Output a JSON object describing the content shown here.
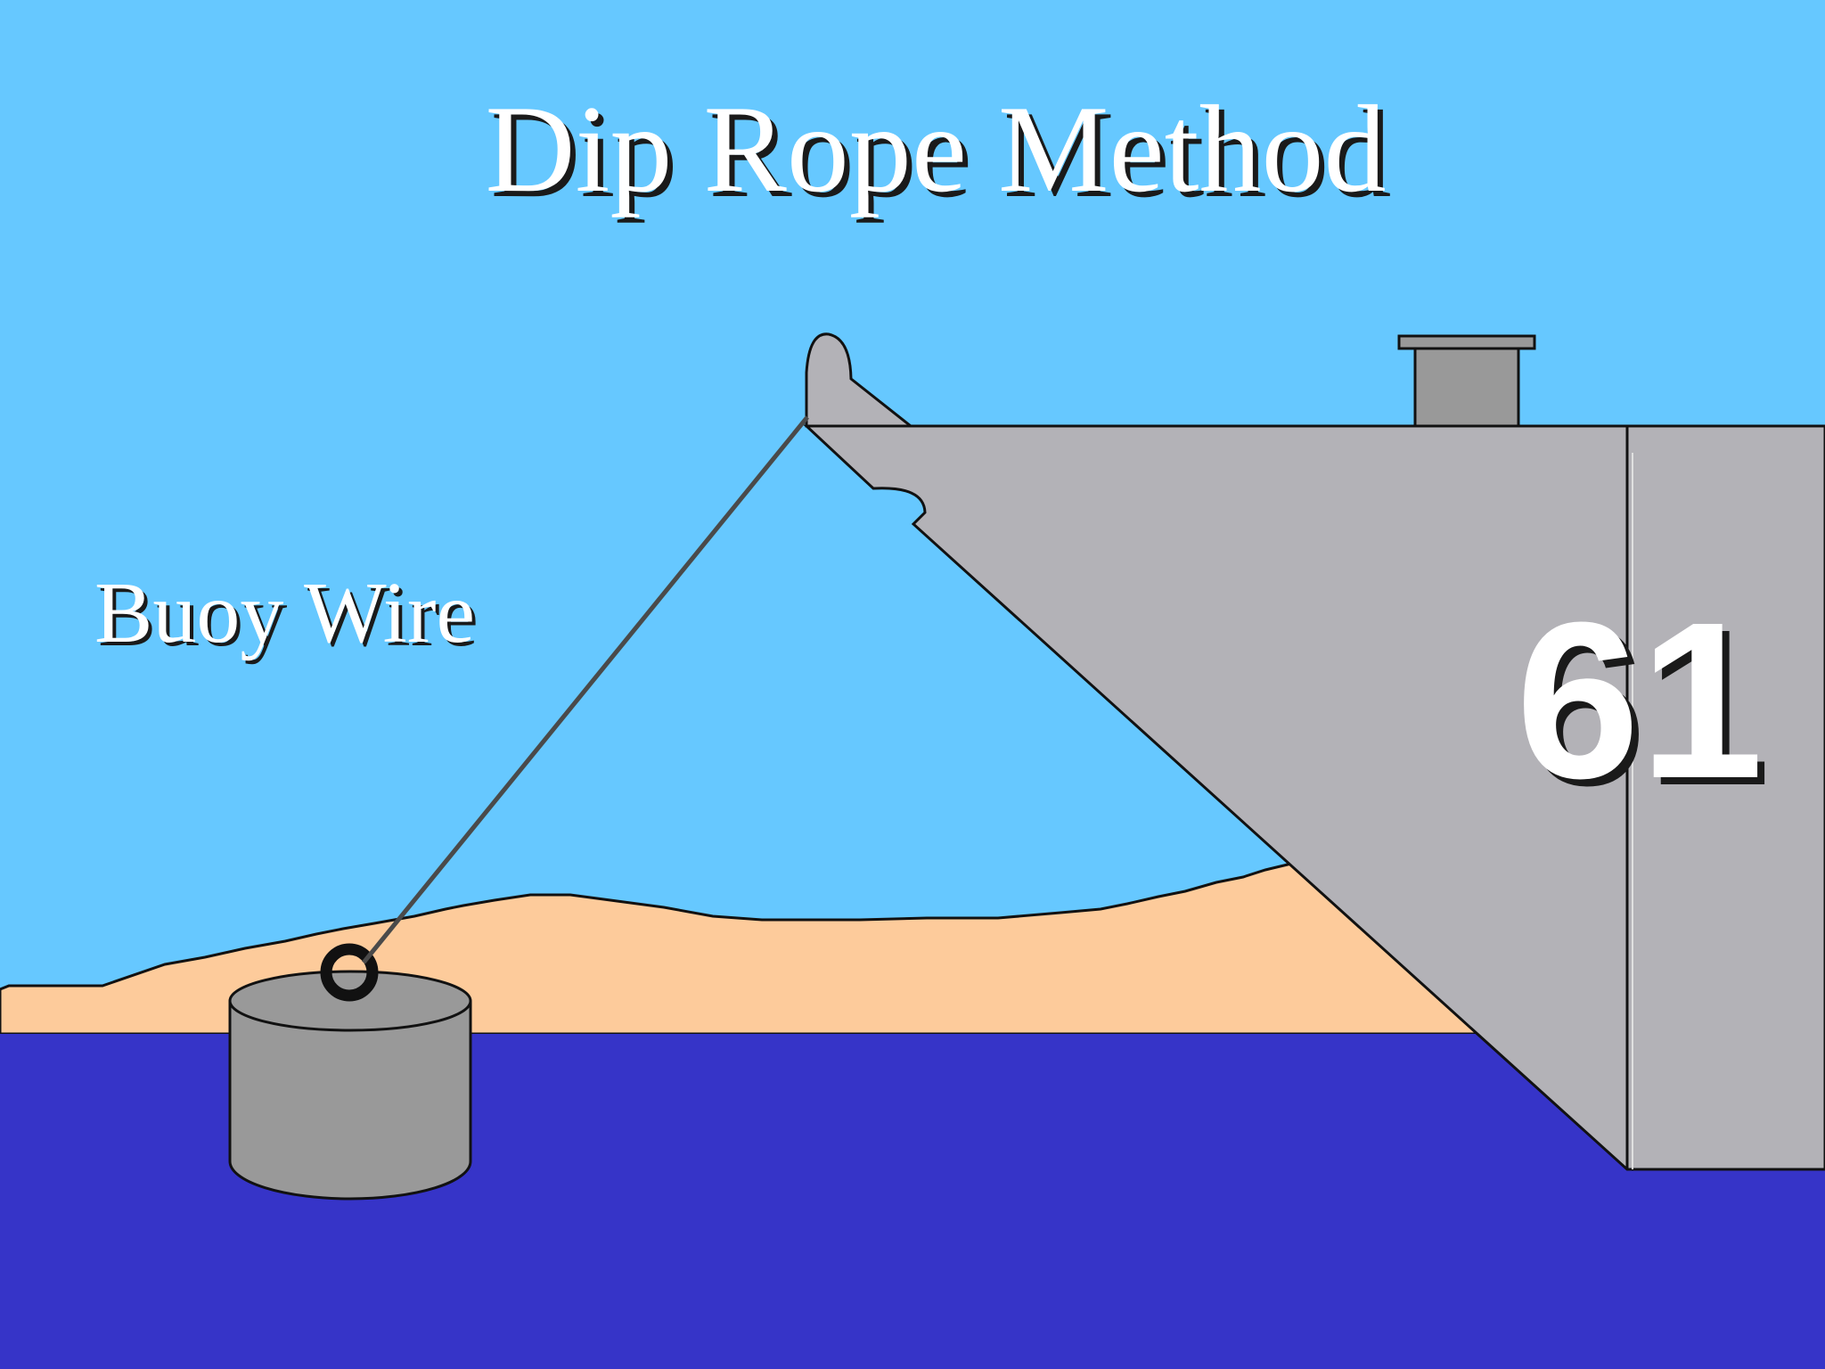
{
  "title": "Dip Rope Method",
  "label": "Buoy Wire",
  "hull_number": "61",
  "colors": {
    "sky": "#66c8ff",
    "sea": "#3634c8",
    "shore": "#fdcb9b",
    "hull": "#b3b2b7",
    "buoy": "#999999",
    "wire": "#4a4a4a",
    "outline": "#111111"
  }
}
